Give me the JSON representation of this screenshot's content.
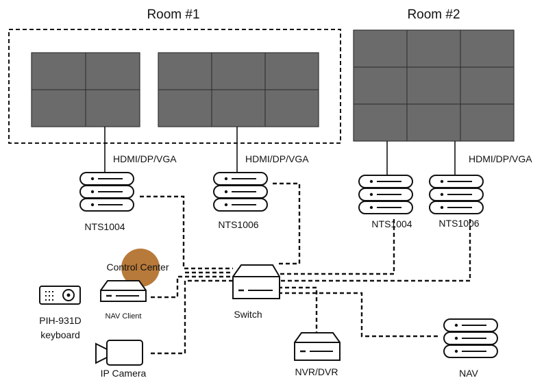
{
  "rooms": [
    {
      "title": "Room #1"
    },
    {
      "title": "Room #2"
    }
  ],
  "links": {
    "hdmi_label": "HDMI/DP/VGA"
  },
  "devices": {
    "nts1004_room1": "NTS1004",
    "nts1006_room1": "NTS1006",
    "nts1004_room2": "NTS1004",
    "nts1006_room2": "NTS1006",
    "control_center": "Control Center",
    "nav_client": "NAV Client",
    "switch": "Switch",
    "keyboard_line1": "PIH-931D",
    "keyboard_line2": "keyboard",
    "ip_camera": "IP Camera",
    "nvr_dvr": "NVR/DVR",
    "nav": "NAV"
  },
  "colors": {
    "screen_tile": "#6b6b6b",
    "highlight": "#b87a3a",
    "line": "#111111"
  }
}
